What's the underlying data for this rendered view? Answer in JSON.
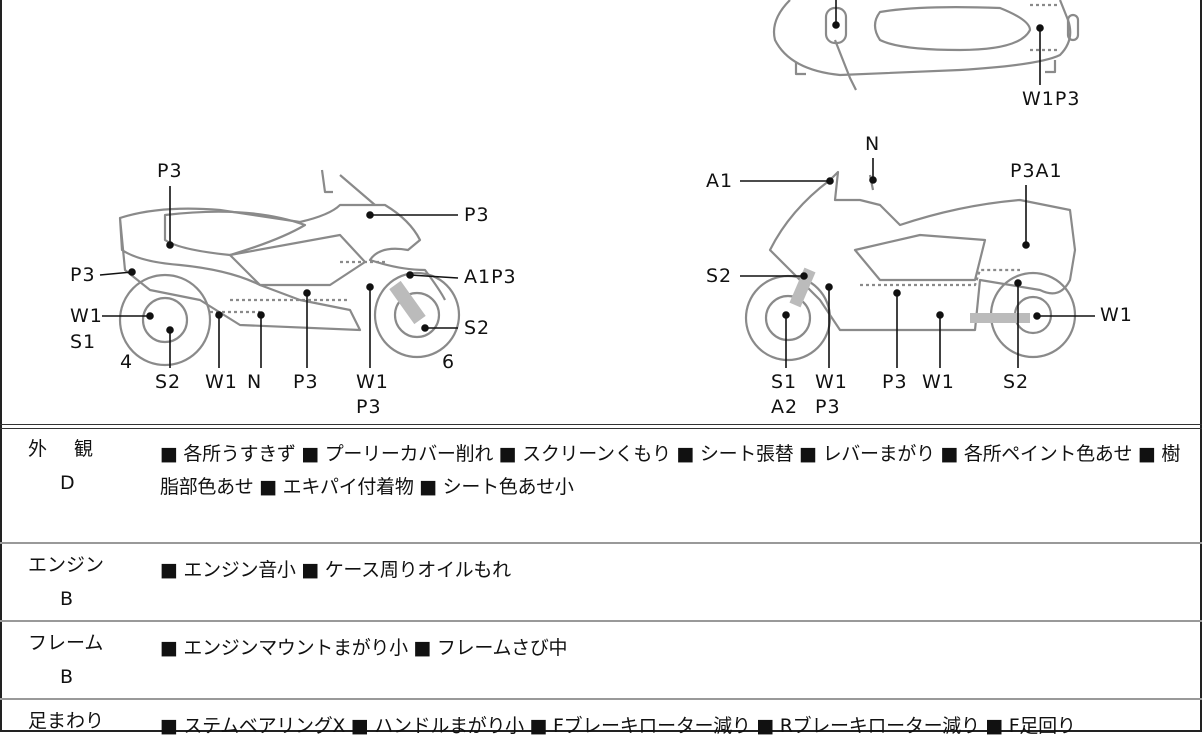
{
  "diagram": {
    "top_view_labels": [
      "W1P3"
    ],
    "left_side_labels": {
      "p3_seat": "P3",
      "p3_front": "P3",
      "p3_rear": "P3",
      "a1p3": "A1P3",
      "w1_rear": "W1",
      "s1_rear": "S1",
      "s2_front": "S2",
      "num4": "4",
      "num6": "6",
      "s2_bottom": "S2",
      "w1_bottom": "W1",
      "n_bottom": "N",
      "p3_bottom": "P3",
      "w1_bottom2": "W1",
      "p3_bottom2": "P3"
    },
    "right_side_labels": {
      "n_top": "N",
      "a1": "A1",
      "p3a1": "P3A1",
      "s2": "S2",
      "w1_rear": "W1",
      "s1_bottom": "S1",
      "a2_bottom": "A2",
      "w1_bottom": "W1",
      "p3_bottom2": "P3",
      "p3_bottom": "P3",
      "w1_bottom3": "W1",
      "s2_bottom": "S2"
    }
  },
  "rows": [
    {
      "category": "外　観",
      "grade": "D",
      "items": "■ 各所うすきず ■ プーリーカバー削れ ■ スクリーンくもり ■ シート張替 ■ レバーまがり ■ 各所ペイント色あせ ■ 樹脂部色あせ ■ エキパイ付着物 ■ シート色あせ小"
    },
    {
      "category": "エンジン",
      "grade": "B",
      "items": "■ エンジン音小 ■ ケース周りオイルもれ"
    },
    {
      "category": "フレーム",
      "grade": "B",
      "items": "■ エンジンマウントまがり小 ■ フレームさび中"
    },
    {
      "category": "足まわり",
      "grade": "",
      "items": "■ ステムベアリングX ■ ハンドルまがり小 ■ Fブレーキローター減り ■ Rブレーキローター減り ■ F足回り"
    }
  ]
}
